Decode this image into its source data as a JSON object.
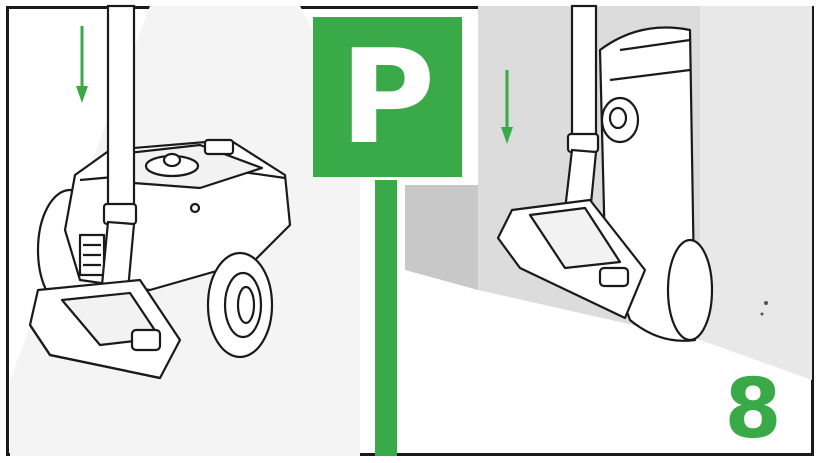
{
  "badge": {
    "letter": "P",
    "color": "#3aaa48"
  },
  "step": {
    "number": "8",
    "color": "#3aaa48"
  },
  "colors": {
    "outline": "#1a1a1a",
    "wall": "#dcdcdc",
    "wall_dark": "#c8c8c8",
    "floor_shadow": "#eeeeee",
    "arrow": "#3aaa48"
  },
  "illustrations": [
    {
      "panel": "left",
      "subject": "vacuum-cleaner-parking-position-floor",
      "arrow": "down"
    },
    {
      "panel": "right",
      "subject": "vacuum-cleaner-parking-position-upright",
      "arrow": "down"
    }
  ]
}
